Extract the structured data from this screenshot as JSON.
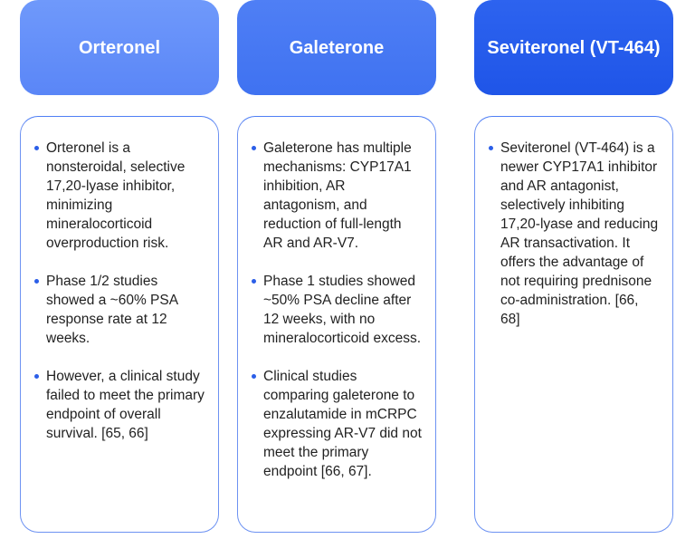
{
  "columns": [
    {
      "title": "Orteronel",
      "bullets": [
        "Orteronel is a nonsteroidal, selective 17,20-lyase inhibitor, minimizing mineralocorticoid overproduction risk.",
        "Phase 1/2 studies showed a ~60% PSA response rate at 12 weeks.",
        "However, a clinical study failed to meet the primary endpoint of overall survival. [65, 66]"
      ]
    },
    {
      "title": "Galeterone",
      "bullets": [
        "Galeterone has multiple mechanisms: CYP17A1 inhibition, AR antagonism, and reduction of full-length AR and AR-V7.",
        "Phase 1 studies showed ~50% PSA decline after 12 weeks, with no mineralocorticoid excess.",
        "Clinical studies comparing galeterone to enzalutamide in mCRPC expressing AR-V7 did not meet the primary endpoint [66, 67]."
      ]
    },
    {
      "title": "Seviteronel (VT-464)",
      "bullets": [
        "Seviteronel (VT-464) is a newer CYP17A1 inhibitor and AR antagonist, selectively inhibiting 17,20-lyase and reducing AR transactivation. It offers the advantage of not requiring prednisone co-administration. [66, 68]"
      ]
    }
  ],
  "colors": {
    "accent": "#2b5ee8",
    "header_light": "#6f99fb",
    "header_mid": "#4f7ff5",
    "header_dark": "#2d63ef",
    "card_border": "#6d92f2"
  }
}
